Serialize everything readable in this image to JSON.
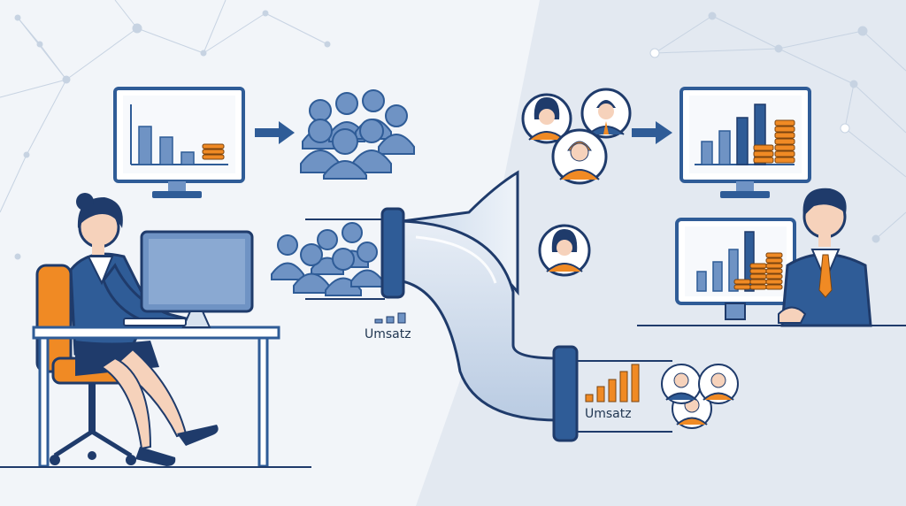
{
  "labels": {
    "revenue_left": "Umsatz",
    "revenue_right": "Umsatz"
  },
  "colors": {
    "navy": "#2f5c97",
    "dark_navy": "#1f3b6b",
    "orange": "#f08a24",
    "light_blue": "#6f93c4",
    "background": "#f1f4f8",
    "right_background": "#e3e9f1"
  },
  "icons": [
    "network-pattern",
    "monitor",
    "bar-chart",
    "coin-stack",
    "arrow-right",
    "people-group",
    "businesswoman-at-desk",
    "businessman-at-desk",
    "funnel-pipe",
    "person-avatar"
  ]
}
